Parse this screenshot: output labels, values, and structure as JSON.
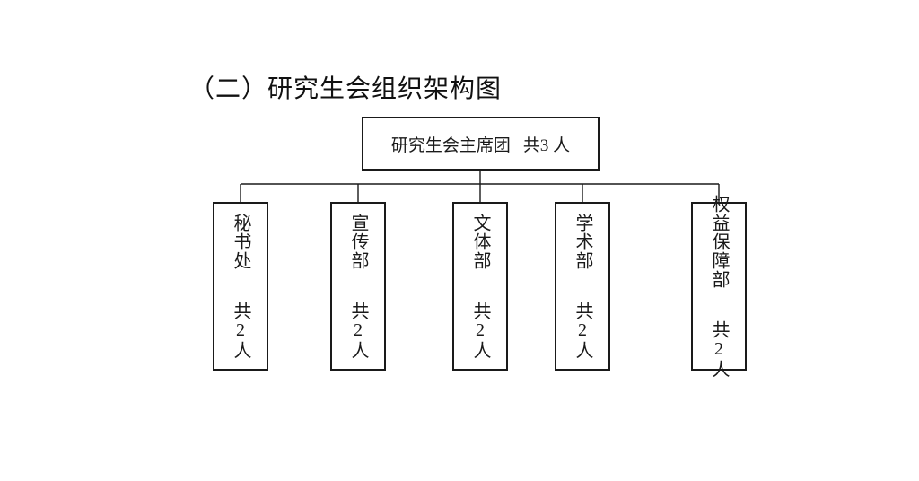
{
  "page": {
    "background_color": "#ffffff",
    "text_color": "#1a1a1a",
    "line_color": "#1a1a1a"
  },
  "heading": {
    "text": "（二）研究生会组织架构图"
  },
  "org_chart": {
    "root": {
      "name": "研究生会主席团",
      "count": "共3 人"
    },
    "departments": [
      {
        "name": "秘书处",
        "count": "共2人"
      },
      {
        "name": "宣传部",
        "count": "共2人"
      },
      {
        "name": "文体部",
        "count": "共2人"
      },
      {
        "name": "学术部",
        "count": "共2人"
      },
      {
        "name": "权益保障部",
        "count": "共2人"
      }
    ]
  }
}
